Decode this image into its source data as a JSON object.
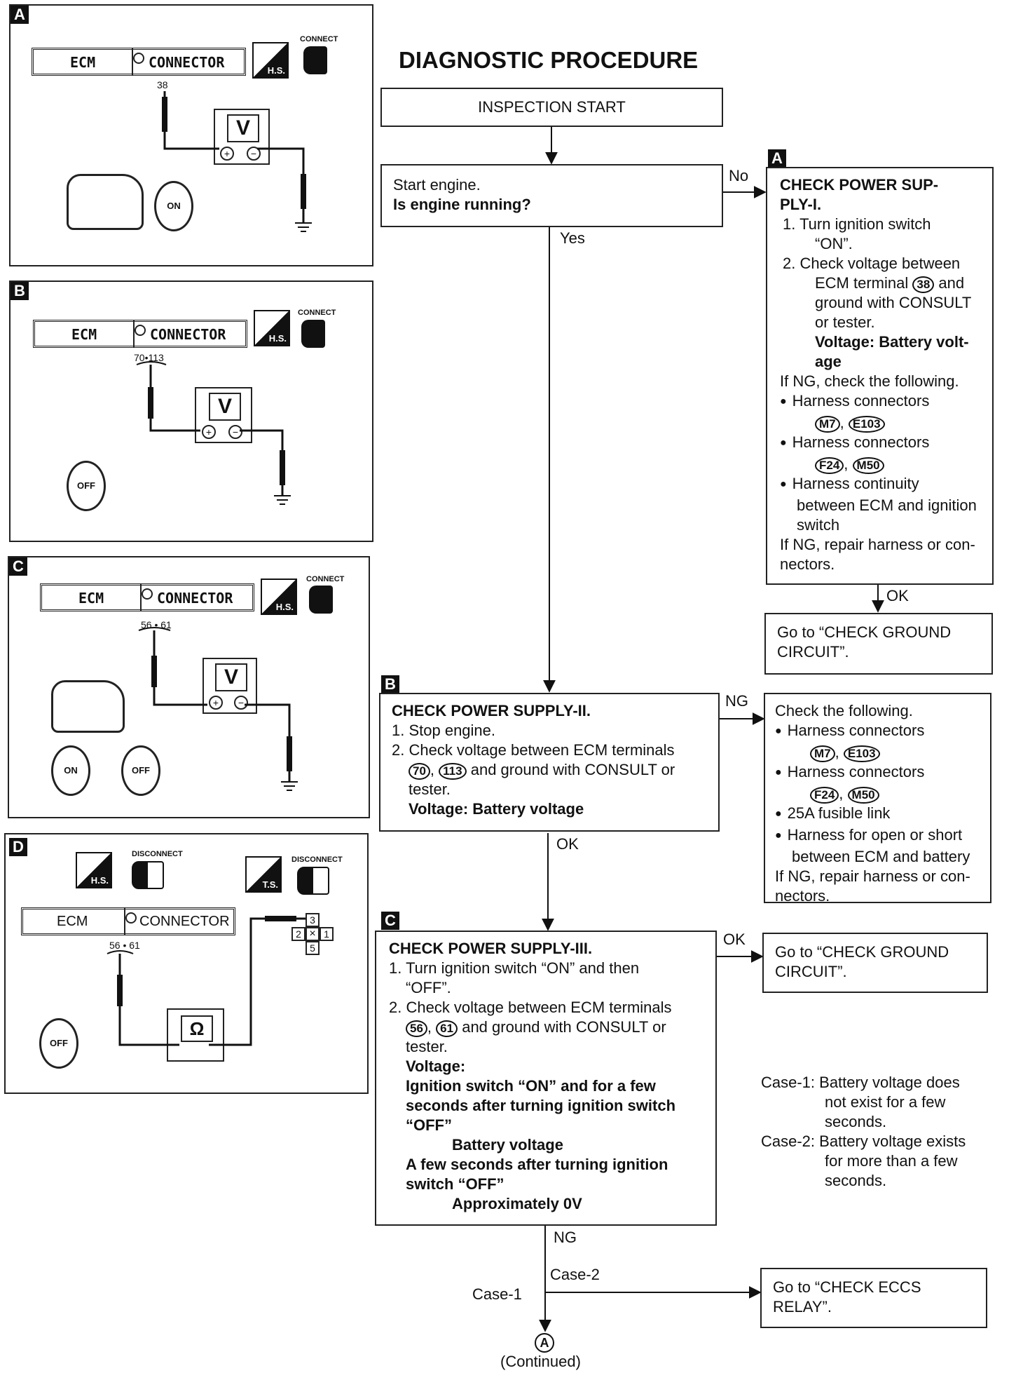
{
  "title": "DIAGNOSTIC PROCEDURE",
  "start_box": "INSPECTION START",
  "q1": {
    "line1": "Start engine.",
    "line2": "Is engine running?"
  },
  "labels": {
    "no": "No",
    "yes": "Yes",
    "ok_a": "OK",
    "ng_b": "NG",
    "ok_b": "OK",
    "ok_c": "OK",
    "ng_c": "NG",
    "case1": "Case-1",
    "case2": "Case-2",
    "continued": "(Continued)",
    "connector_a": "A"
  },
  "step_a": {
    "tag": "A",
    "heading1": "CHECK POWER SUP-",
    "heading2": "PLY-I.",
    "s1a": "1. Turn ignition switch",
    "s1b": "“ON”.",
    "s2a": "2. Check voltage between",
    "s2b_pre": "ECM terminal",
    "s2b_ref": "38",
    "s2b_post": "and",
    "s2c": "ground with CONSULT",
    "s2d": "or tester.",
    "v1": "Voltage: Battery volt-",
    "v2": "age",
    "ng1": "If NG, check the following.",
    "b1": "Harness connectors",
    "b1r1": "M7",
    "b1r2": "E103",
    "b2": "Harness connectors",
    "b2r1": "F24",
    "b2r2": "M50",
    "b3a": "Harness continuity",
    "b3b": "between ECM and ignition",
    "b3c": "switch",
    "ng2": "If NG, repair harness or con-",
    "ng3": "nectors."
  },
  "goto_ground_1": {
    "l1": "Go to “CHECK GROUND",
    "l2": "CIRCUIT”."
  },
  "step_b": {
    "tag": "B",
    "heading": "CHECK POWER SUPPLY-II.",
    "s1": "1. Stop engine.",
    "s2a": "2. Check voltage between ECM terminals",
    "r1": "70",
    "r2": "113",
    "s2b": "and ground with CONSULT or",
    "s2c": "tester.",
    "v": "Voltage: Battery voltage"
  },
  "check_following": {
    "l0": "Check the following.",
    "b1": "Harness connectors",
    "b1r1": "M7",
    "b1r2": "E103",
    "b2": "Harness connectors",
    "b2r1": "F24",
    "b2r2": "M50",
    "b3": "25A fusible link",
    "b4a": "Harness for open or short",
    "b4b": "between ECM and battery",
    "ng1": "If NG, repair harness or con-",
    "ng2": "nectors."
  },
  "step_c": {
    "tag": "C",
    "heading": "CHECK POWER SUPPLY-III.",
    "s1a": "1. Turn ignition switch “ON” and then",
    "s1b": "“OFF”.",
    "s2a": "2. Check voltage between ECM terminals",
    "r1": "56",
    "r2": "61",
    "s2b": "and ground with CONSULT or",
    "s2c": "tester.",
    "v0": "Voltage:",
    "v1": "Ignition switch “ON” and for a few",
    "v2": "seconds after turning ignition switch",
    "v3": "“OFF”",
    "v4": "Battery voltage",
    "v5": "A few seconds after turning ignition",
    "v6": "switch “OFF”",
    "v7": "Approximately 0V"
  },
  "goto_ground_2": {
    "l1": "Go to “CHECK GROUND",
    "l2": "CIRCUIT”."
  },
  "cases": {
    "c1a": "Case-1: Battery voltage does",
    "c1b": "not exist for a few",
    "c1c": "seconds.",
    "c2a": "Case-2: Battery voltage exists",
    "c2b": "for more than a few",
    "c2c": "seconds."
  },
  "goto_eccs": {
    "l1": "Go to “CHECK ECCS",
    "l2": "RELAY”."
  },
  "panels": {
    "a": {
      "tag": "A",
      "ecm": "ECM",
      "connector": "CONNECTOR",
      "pin": "38",
      "connect": "CONNECT",
      "hs": "H.S.",
      "meter": "V",
      "key": "ON"
    },
    "b": {
      "tag": "B",
      "ecm": "ECM",
      "connector": "CONNECTOR",
      "pin": "70•113",
      "connect": "CONNECT",
      "hs": "H.S.",
      "meter": "V",
      "key": "OFF"
    },
    "c": {
      "tag": "C",
      "ecm": "ECM",
      "connector": "CONNECTOR",
      "pin": "56 • 61",
      "connect": "CONNECT",
      "hs": "H.S.",
      "meter": "V",
      "key_on": "ON",
      "key_off": "OFF"
    },
    "d": {
      "tag": "D",
      "ecm": "ECM",
      "connector": "CONNECTOR",
      "pin": "56 • 61",
      "disconnect1": "DISCONNECT",
      "disconnect2": "DISCONNECT",
      "hs": "H.S.",
      "ts": "T.S.",
      "meter": "Ω",
      "key": "OFF",
      "p3": "3",
      "p2": "2",
      "p1": "1",
      "p5": "5"
    }
  }
}
